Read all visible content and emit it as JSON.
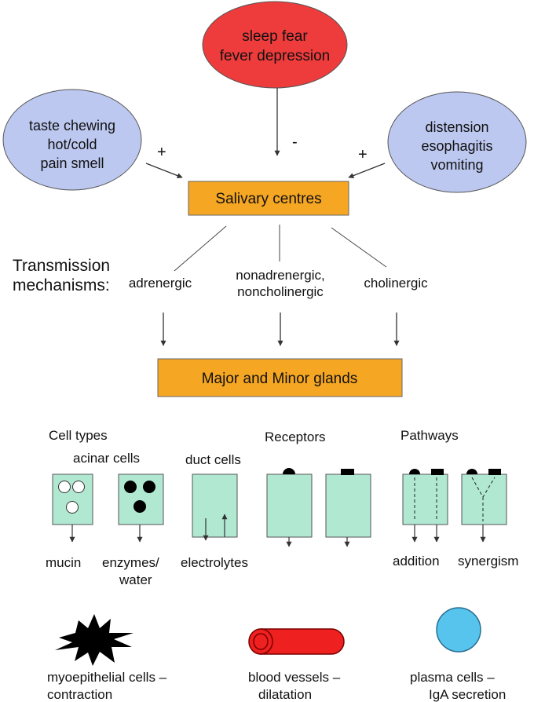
{
  "colors": {
    "inhibitor_fill": "#ee3b3b",
    "stimulus_fill": "#bcc8f0",
    "centre_fill": "#f5a623",
    "cell_fill": "#b0e8d2",
    "vessel_fill": "#ee2020",
    "plasma_fill": "#56c4ec",
    "line": "#4a4a4a"
  },
  "inhibitors": {
    "line1": "sleep fear",
    "line2": "fever depression",
    "sign": "-"
  },
  "stimuli_left": {
    "line1": "taste chewing",
    "line2": "hot/cold",
    "line3": "pain smell",
    "sign": "+"
  },
  "stimuli_right": {
    "line1": "distension",
    "line2": "esophagitis",
    "line3": "vomiting",
    "sign": "+"
  },
  "centres": {
    "label": "Salivary centres"
  },
  "transmission": {
    "label_line1": "Transmission",
    "label_line2": "mechanisms:",
    "adrenergic": "adrenergic",
    "nanc_line1": "nonadrenergic,",
    "nanc_line2": "noncholinergic",
    "cholinergic": "cholinergic"
  },
  "glands": {
    "label": "Major and Minor glands"
  },
  "cells": {
    "heading": "Cell types",
    "acinar_label": "acinar cells",
    "duct_label": "duct cells",
    "mucin": "mucin",
    "enzymes_line1": "enzymes/",
    "enzymes_line2": "water",
    "electrolytes": "electrolytes"
  },
  "receptors": {
    "heading": "Receptors"
  },
  "pathways": {
    "heading": "Pathways",
    "addition": "addition",
    "synergism": "synergism"
  },
  "effectors": {
    "myo_line1": "myoepithelial cells –",
    "myo_line2": "contraction",
    "vessel_line1": "blood vessels –",
    "vessel_line2": "dilatation",
    "plasma_line1": "plasma cells –",
    "plasma_line2": "IgA secretion"
  }
}
